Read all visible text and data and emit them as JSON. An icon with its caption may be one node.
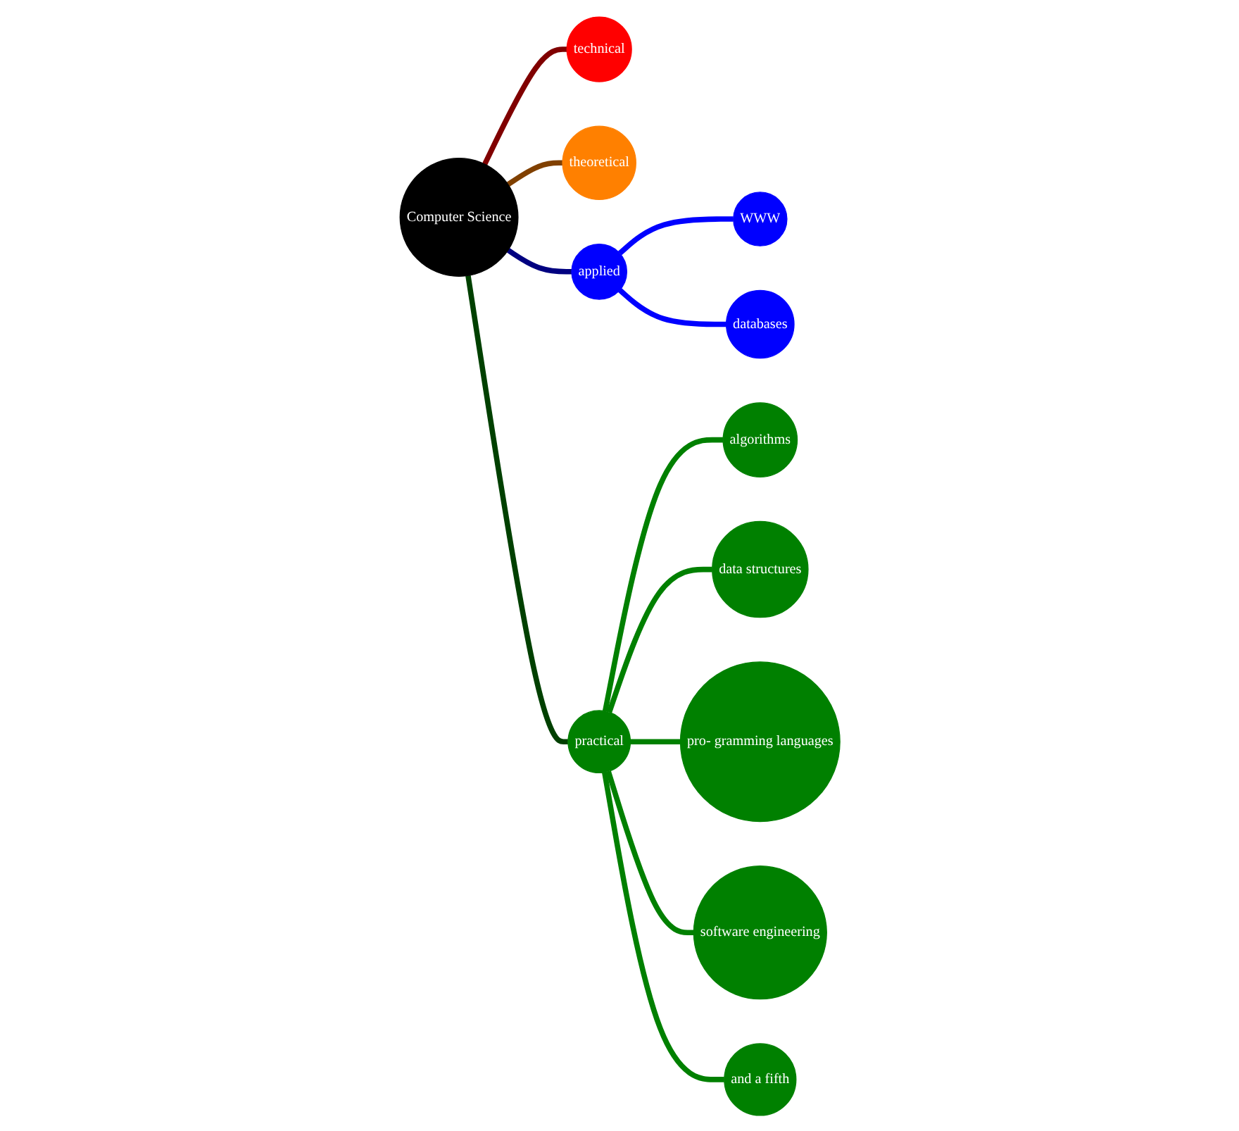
{
  "diagram": {
    "nodes": [
      {
        "text": [
          "Computer Science"
        ]
      },
      {
        "text": [
          "technical"
        ]
      },
      {
        "text": [
          "theoretical"
        ]
      },
      {
        "text": [
          "applied"
        ]
      },
      {
        "text": [
          "WWW"
        ]
      },
      {
        "text": [
          "databases"
        ]
      },
      {
        "text": [
          "practical"
        ]
      },
      {
        "text": [
          "algorithms"
        ]
      },
      {
        "text": [
          "data structures"
        ]
      },
      {
        "text": [
          "pro- gramming languages"
        ]
      },
      {
        "text": [
          "software engineering"
        ]
      },
      {
        "text": [
          "and a fifth"
        ]
      }
    ],
    "edges": [
      {
        "from": 0,
        "to": 1,
        "arrow": "none",
        "color": "#800000"
      },
      {
        "from": 0,
        "to": 2,
        "arrow": "none",
        "color": "#804000"
      },
      {
        "from": 0,
        "to": 3,
        "arrow": "none",
        "color": "#000080"
      },
      {
        "from": 0,
        "to": 6,
        "arrow": "none",
        "color": "#004000"
      },
      {
        "from": 3,
        "to": 4,
        "arrow": "none",
        "color": "#0000ff"
      },
      {
        "from": 3,
        "to": 5,
        "arrow": "none",
        "color": "#0000ff"
      },
      {
        "from": 6,
        "to": 7,
        "arrow": "none"
      },
      {
        "from": 6,
        "to": 8,
        "arrow": "none"
      },
      {
        "from": 6,
        "to": 9,
        "arrow": "none"
      },
      {
        "from": 6,
        "to": 10,
        "arrow": "none"
      },
      {
        "from": 6,
        "to": 11,
        "arrow": "none"
      }
    ]
  }
}
